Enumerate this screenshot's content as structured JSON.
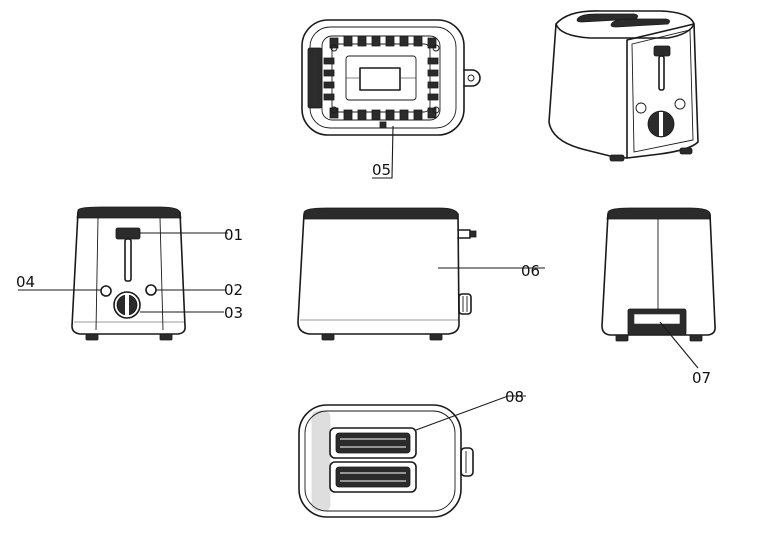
{
  "callouts": {
    "c01": "01",
    "c02": "02",
    "c03": "03",
    "c04": "04",
    "c05": "05",
    "c06": "06",
    "c07": "07",
    "c08": "08"
  },
  "colors": {
    "line": "#1a1a1a",
    "background": "#ffffff",
    "dark_fill": "#2b2b2b"
  }
}
